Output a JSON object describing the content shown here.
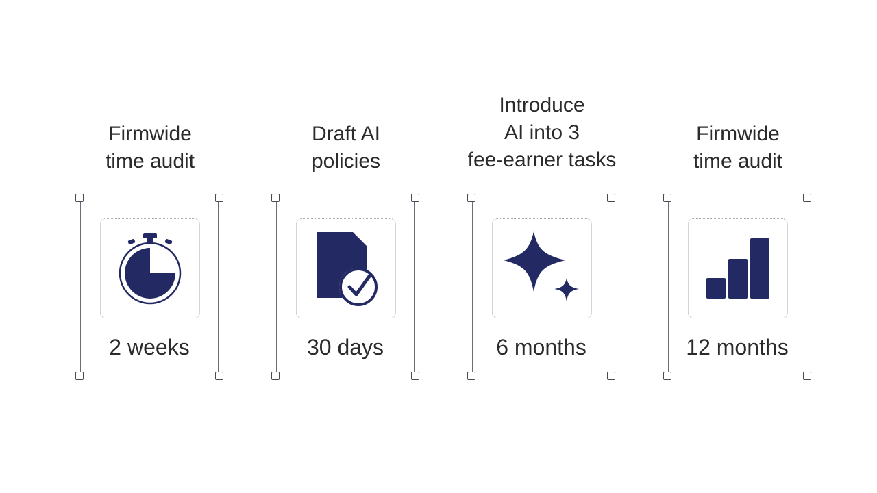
{
  "colors": {
    "icon": "#232a63",
    "card_border": "#6c6c78",
    "connector": "#9a9aa8",
    "text": "#2b2b2b"
  },
  "steps": [
    {
      "title_lines": [
        "Firmwide",
        "time audit"
      ],
      "icon": "stopwatch-icon",
      "duration": "2 weeks"
    },
    {
      "title_lines": [
        "Draft AI",
        "policies"
      ],
      "icon": "document-check-icon",
      "duration": "30 days"
    },
    {
      "title_lines": [
        "Introduce",
        "AI into 3",
        "fee-earner tasks"
      ],
      "icon": "sparkle-icon",
      "duration": "6 months"
    },
    {
      "title_lines": [
        "Firmwide",
        "time audit"
      ],
      "icon": "bar-chart-icon",
      "duration": "12 months"
    }
  ]
}
